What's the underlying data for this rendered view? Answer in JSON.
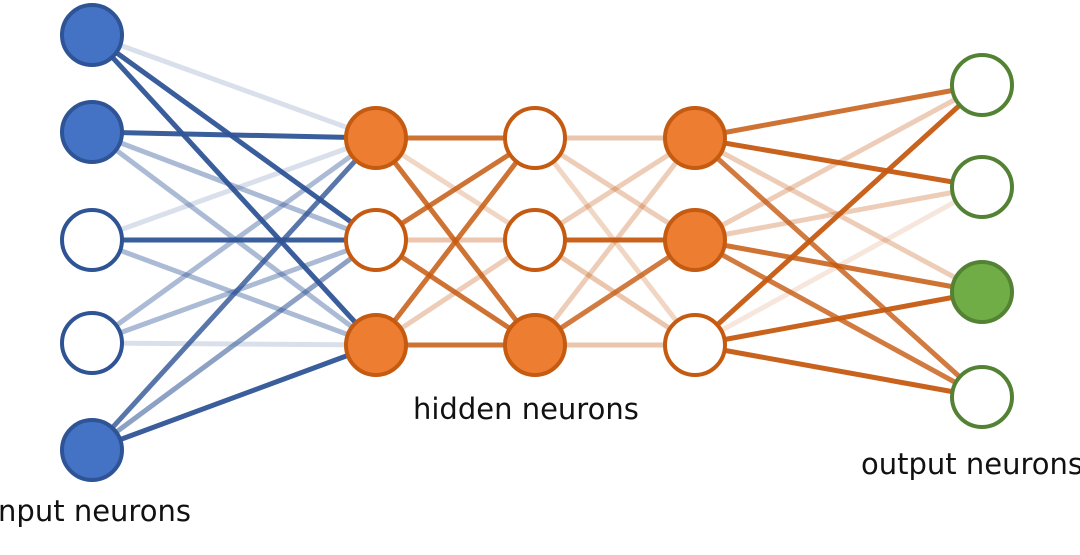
{
  "labels": {
    "input": "input neurons",
    "hidden": "hidden neurons",
    "output": "output neurons"
  },
  "colors": {
    "input_blue": "#4472C4",
    "input_blue_dark": "#2F5496",
    "hidden_orange": "#ED7D31",
    "hidden_orange_dark": "#C55A11",
    "output_green": "#70AD47",
    "output_green_dark": "#548235",
    "node_empty": "#FFFFFF"
  },
  "layers": [
    {
      "id": "input",
      "label": "input neurons",
      "neurons": [
        true,
        true,
        false,
        false,
        true
      ]
    },
    {
      "id": "hidden1",
      "label": "hidden neurons",
      "neurons": [
        true,
        false,
        true
      ]
    },
    {
      "id": "hidden2",
      "label": "hidden neurons",
      "neurons": [
        false,
        false,
        true
      ]
    },
    {
      "id": "hidden3",
      "label": "hidden neurons",
      "neurons": [
        true,
        true,
        false
      ]
    },
    {
      "id": "output",
      "label": "output neurons",
      "neurons": [
        false,
        false,
        true,
        false
      ]
    }
  ]
}
